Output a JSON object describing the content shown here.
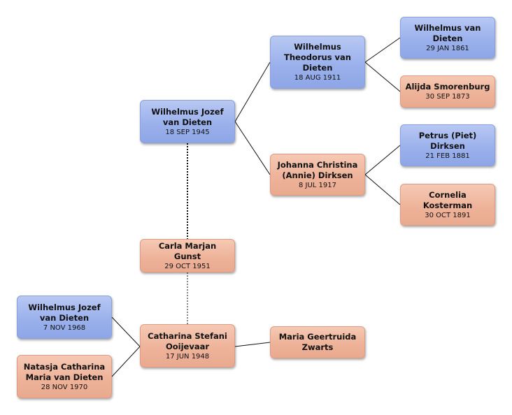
{
  "people": {
    "wj_1945": {
      "name": "Wilhelmus Jozef van Dieten",
      "date": "18 SEP 1945"
    },
    "wt_1911": {
      "name": "Wilhelmus Theodorus van Dieten",
      "date": "18 AUG 1911"
    },
    "wv_1861": {
      "name": "Wilhelmus van Dieten",
      "date": "29 JAN 1861"
    },
    "alijda": {
      "name": "Alijda Smorenburg",
      "date": "30 SEP 1873"
    },
    "johanna": {
      "name": "Johanna Christina (Annie) Dirksen",
      "date": "8 JUL 1917"
    },
    "petrus": {
      "name": "Petrus (Piet) Dirksen",
      "date": "21 FEB 1881"
    },
    "cornelia": {
      "name": "Cornelia Kosterman",
      "date": "30 OCT 1891"
    },
    "carla": {
      "name": "Carla Marjan Gunst",
      "date": "29 OCT 1951"
    },
    "catharina": {
      "name": "Catharina Stefani Ooijevaar",
      "date": "17 JUN 1948"
    },
    "wj_1968": {
      "name": "Wilhelmus Jozef van Dieten",
      "date": "7 NOV 1968"
    },
    "natasja": {
      "name": "Natasja Catharina Maria van Dieten",
      "date": "28 NOV 1970"
    },
    "maria": {
      "name": "Maria Geertruida Zwarts",
      "date": ""
    }
  },
  "colors": {
    "male": "#9bb1ec",
    "female": "#eeb39a",
    "line": "#111111"
  }
}
